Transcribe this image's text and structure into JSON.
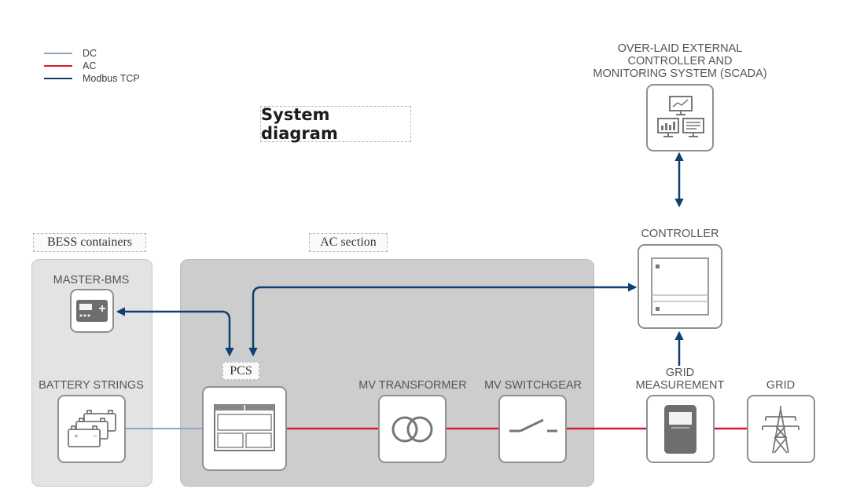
{
  "legend": [
    {
      "label": "DC",
      "color": "#8ea6c4"
    },
    {
      "label": "AC",
      "color": "#d9182d"
    },
    {
      "label": "Modbus TCP",
      "color": "#0f3f73"
    }
  ],
  "title": "System diagram",
  "sections": {
    "bess": "BESS containers",
    "ac": "AC section"
  },
  "nodes": {
    "scada_line1": "OVER-LAID EXTERNAL",
    "scada_line2": "CONTROLLER AND",
    "scada_line3": "MONITORING SYSTEM (SCADA)",
    "controller": "CONTROLLER",
    "master_bms": "MASTER-BMS",
    "battery_strings": "BATTERY STRINGS",
    "pcs": "PCS",
    "mv_transformer": "MV TRANSFORMER",
    "mv_switchgear": "MV SWITCHGEAR",
    "grid_measurement_line1": "GRID",
    "grid_measurement_line2": "MEASUREMENT",
    "grid": "GRID"
  },
  "icons": {
    "scada": "scada-monitors-icon",
    "controller": "controller-cabinet-icon",
    "master_bms": "bms-unit-icon",
    "battery_strings": "battery-stack-icon",
    "pcs": "inverter-cabinet-icon",
    "mv_transformer": "transformer-icon",
    "mv_switchgear": "switch-icon",
    "grid_measurement": "meter-icon",
    "grid": "power-pylon-icon"
  },
  "colors": {
    "dc": "#8ea6c4",
    "ac": "#d9182d",
    "modbus": "#0f3f73",
    "bess_panel": "#e3e3e3",
    "ac_panel": "#cdcdcd"
  }
}
